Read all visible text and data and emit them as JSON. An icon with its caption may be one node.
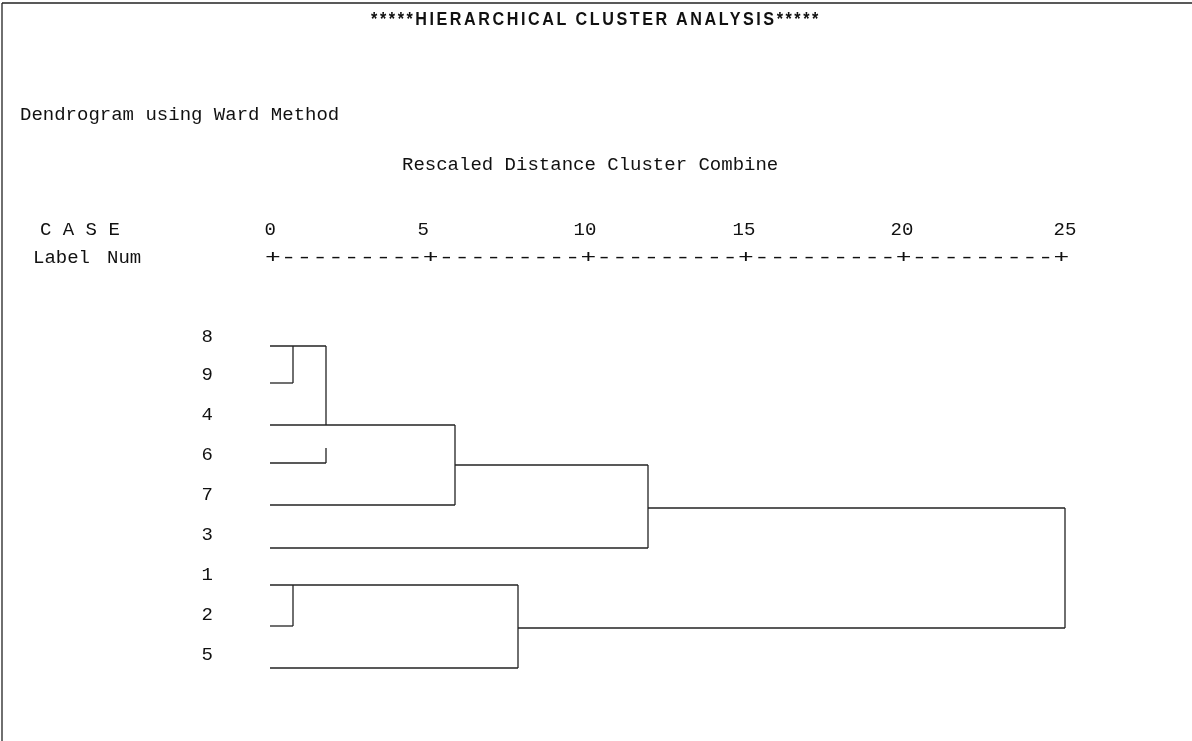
{
  "diagram": {
    "title": "*****HIERARCHICAL CLUSTER ANALYSIS*****",
    "labels": [
      "Dendrogram using Ward Method",
      "Rescaled Distance Cluster Combine",
      "C A S E",
      "0",
      "5",
      "10",
      "15",
      "20",
      "25",
      "Label",
      "Num",
      "+---------+---------+---------+---------+---------+",
      "8",
      "9",
      "4",
      "6",
      "7",
      "3",
      "1",
      "2",
      "5"
    ]
  }
}
